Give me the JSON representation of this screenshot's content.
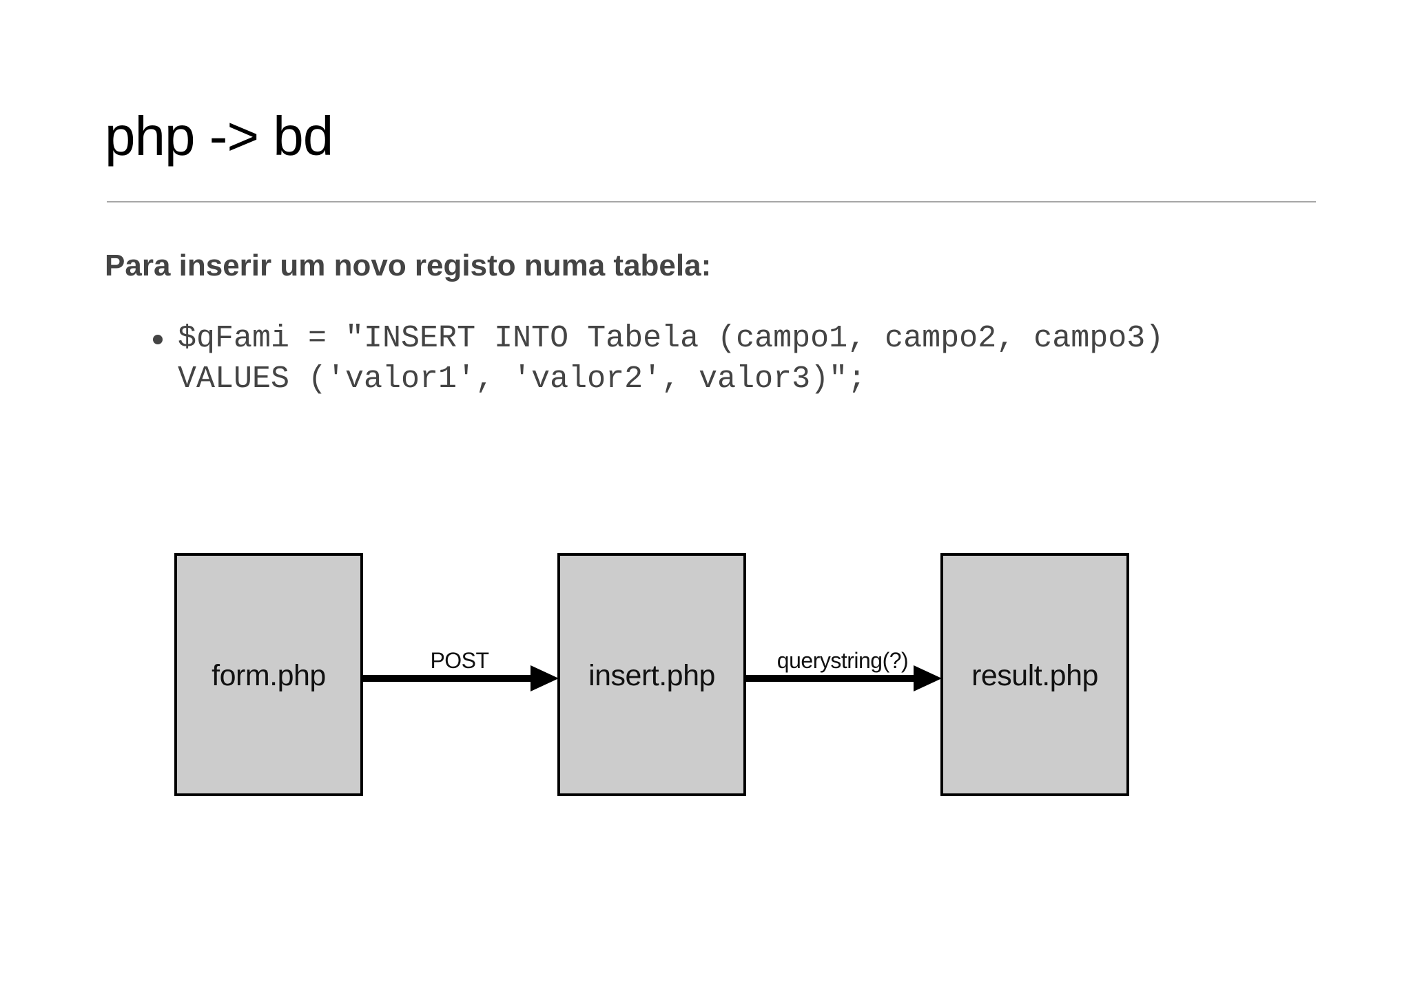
{
  "slide": {
    "title": "php -> bd",
    "subtitle": "Para inserir um novo registo numa tabela:",
    "bullets": [
      {
        "line1": "$qFami = \"INSERT INTO Tabela (campo1, campo2, campo3)",
        "line2": "VALUES ('valor1', 'valor2', valor3)\";"
      }
    ]
  },
  "diagram": {
    "nodes": [
      {
        "id": "form",
        "label": "form.php"
      },
      {
        "id": "insert",
        "label": "insert.php"
      },
      {
        "id": "result",
        "label": "result.php"
      }
    ],
    "edges": [
      {
        "from": "form",
        "to": "insert",
        "label": "POST"
      },
      {
        "from": "insert",
        "to": "result",
        "label": "querystring(?)"
      }
    ],
    "colors": {
      "box_fill": "#cccccc",
      "box_stroke": "#000000",
      "arrow": "#000000"
    }
  }
}
